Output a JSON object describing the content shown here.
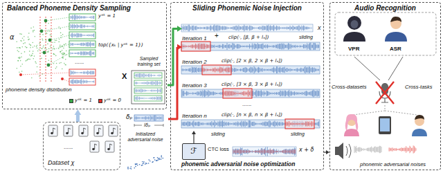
{
  "diagram": {
    "nodes": [
      {
        "text": [
          "Balanced Phoneme Density Sampling"
        ]
      },
      {
        "text": [
          "Sliding Phonemic Noise Injection"
        ]
      },
      {
        "text": [
          "Audio Recognition"
        ]
      },
      {
        "text": [
          "Dataset χ"
        ]
      },
      {
        "text": [
          "Sampled training set"
        ],
        "in": 0
      },
      {
        "text": [
          "δₚ",
          "lδₚ",
          "Initialized adversarial noise"
        ]
      },
      {
        "text": [
          "x"
        ],
        "in": 1
      },
      {
        "text": [
          "Iteration 1"
        ],
        "in": 1
      },
      {
        "text": [
          "Iteration 2"
        ],
        "in": 1
      },
      {
        "text": [
          "Iteration 3"
        ],
        "in": 1
      },
      {
        "text": [
          "Iteration n"
        ],
        "in": 1
      },
      {
        "text": [
          "ℱ"
        ],
        "in": 1
      }
    ],
    "edges": [
      {
        "from": 3,
        "to": 0,
        "arrow": "to"
      },
      {
        "from": 4,
        "to": 6,
        "arrow": "to"
      },
      {
        "from": 5,
        "to": 7,
        "arrow": "to"
      },
      {
        "from": 11,
        "to": 10,
        "arrow": "to"
      },
      {
        "from": 1,
        "to": 2,
        "arrow": "to"
      }
    ],
    "labels": [
      "α",
      "yˣᵏ = 1",
      "top({xₖ | yˣᵏ = 1})",
      "......",
      "X",
      "phoneme density distribution",
      "+",
      "clip(·, [β, β + lₓ])",
      "sliding",
      "clip(·, [2 × β, 2 × β + lₓ])",
      "clip(·, [3 × β, 3 × β + lₓ])",
      "......",
      "clip(·, [n × β, n × β + lₓ])",
      "sliding",
      "sliding",
      "CTC loss",
      "x + δ",
      "phonemic adversarial noise optimization",
      "VPR",
      "ASR",
      "Cross-datasets",
      "Cross-tasks",
      "phonemic adversarial noises",
      "......"
    ],
    "legend": [
      {
        "text": "yˣᵏ = 1",
        "color": "#3aa84a"
      },
      {
        "text": "yˣᵏ = 0",
        "color": "#e0302a"
      }
    ]
  }
}
